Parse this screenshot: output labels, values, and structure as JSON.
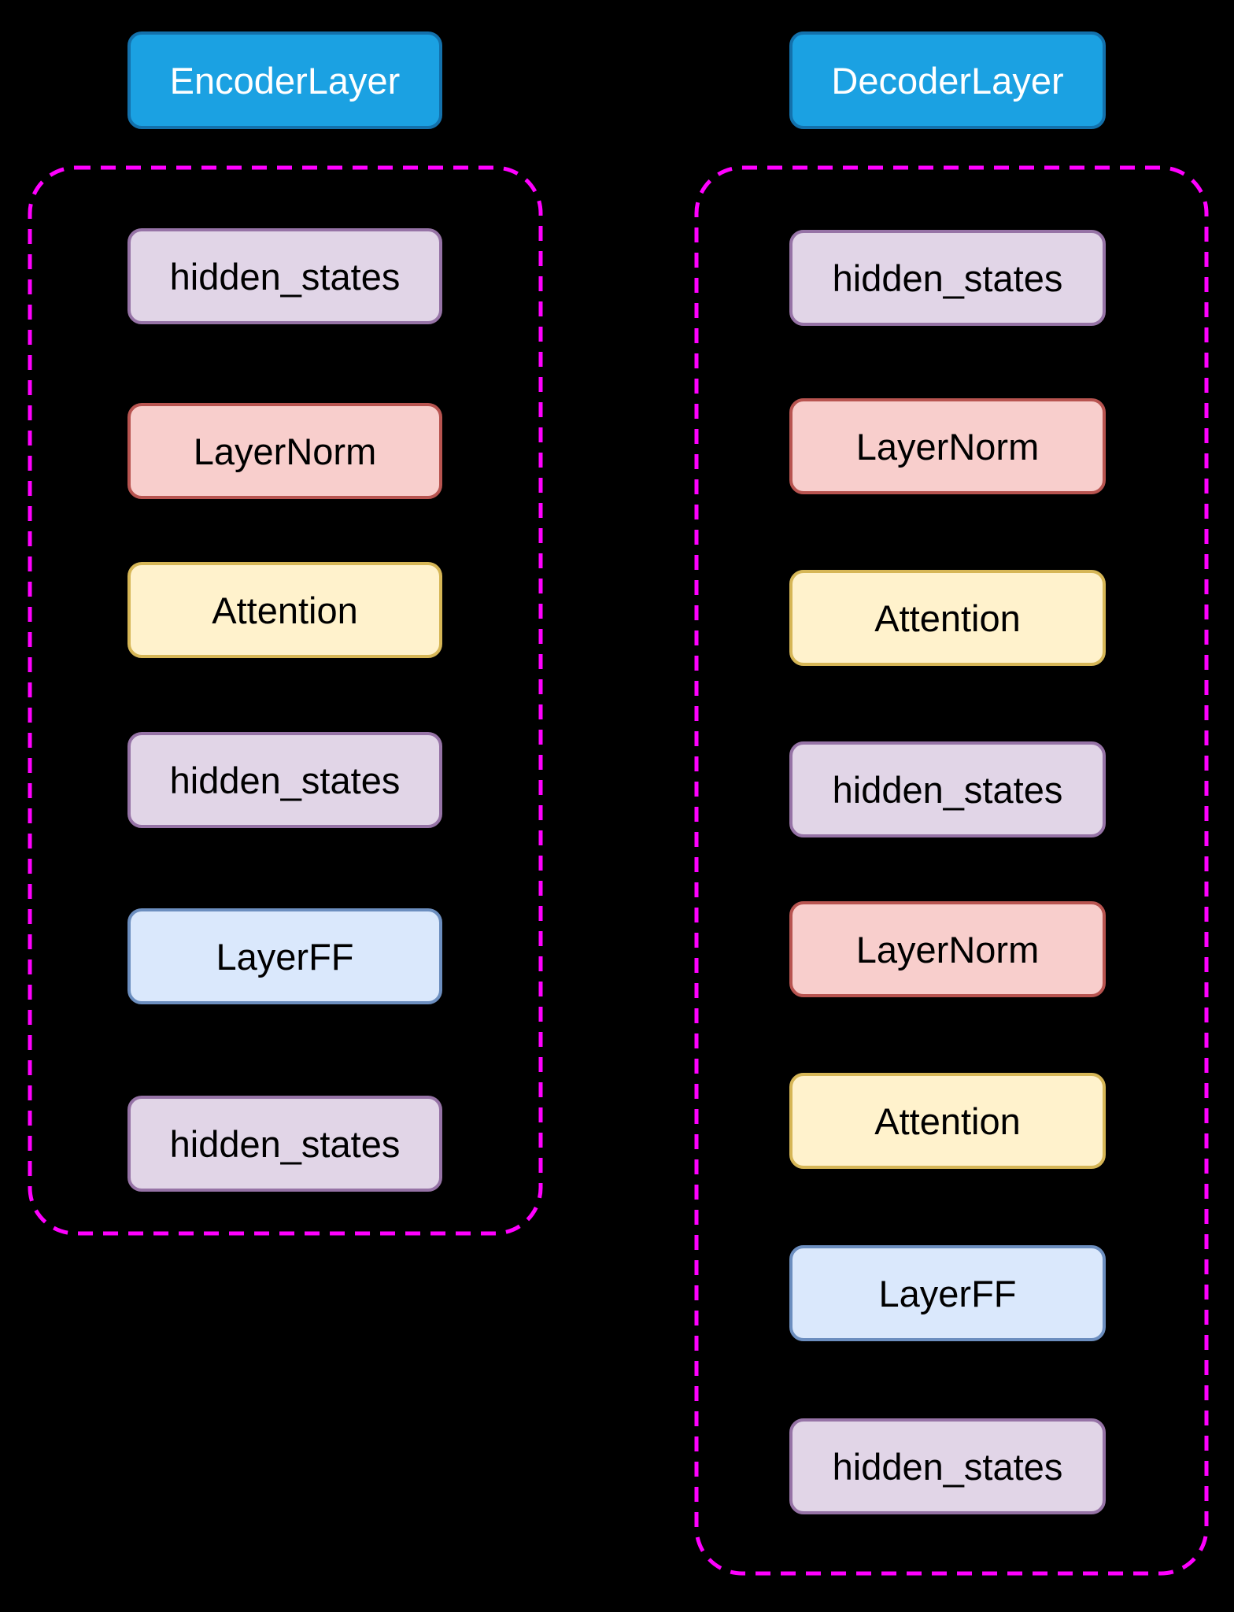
{
  "diagram": {
    "background_color": "#000000",
    "group_outline_color": "#FF00FF",
    "encoder": {
      "title": "EncoderLayer",
      "nodes": [
        {
          "label": "hidden_states",
          "kind": "state"
        },
        {
          "label": "LayerNorm",
          "kind": "norm"
        },
        {
          "label": "Attention",
          "kind": "attention"
        },
        {
          "label": "hidden_states",
          "kind": "state"
        },
        {
          "label": "LayerFF",
          "kind": "ff"
        },
        {
          "label": "hidden_states",
          "kind": "state"
        }
      ]
    },
    "decoder": {
      "title": "DecoderLayer",
      "nodes": [
        {
          "label": "hidden_states",
          "kind": "state"
        },
        {
          "label": "LayerNorm",
          "kind": "norm"
        },
        {
          "label": "Attention",
          "kind": "attention"
        },
        {
          "label": "hidden_states",
          "kind": "state"
        },
        {
          "label": "LayerNorm",
          "kind": "norm"
        },
        {
          "label": "Attention",
          "kind": "attention"
        },
        {
          "label": "LayerFF",
          "kind": "ff"
        },
        {
          "label": "hidden_states",
          "kind": "state"
        }
      ]
    },
    "colors": {
      "header_fill": "#1BA1E2",
      "header_stroke": "#1371AC",
      "header_text": "#FFFFFF",
      "state_fill": "#E1D5E7",
      "state_stroke": "#9673A6",
      "norm_fill": "#F8CECC",
      "norm_stroke": "#B85450",
      "attention_fill": "#FFF2CC",
      "attention_stroke": "#D6B656",
      "ff_fill": "#DAE8FC",
      "ff_stroke": "#6C8EBF",
      "node_text": "#000000"
    }
  }
}
